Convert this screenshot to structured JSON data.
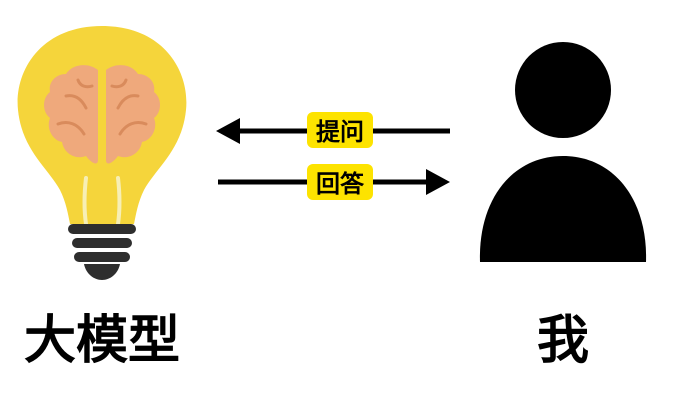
{
  "diagram": {
    "left_node": {
      "label": "大模型",
      "icon": "lightbulb-brain-icon"
    },
    "right_node": {
      "label": "我",
      "icon": "person-icon"
    },
    "edges": [
      {
        "label": "提问",
        "direction": "right-to-left"
      },
      {
        "label": "回答",
        "direction": "left-to-right"
      }
    ]
  },
  "colors": {
    "bulb": "#F5D53B",
    "brain": "#EFA97C",
    "ray": "#F39A1E",
    "base": "#2E2E2E",
    "filament": "#F7EFB5",
    "tag": "#FDE300",
    "ink": "#000000"
  }
}
